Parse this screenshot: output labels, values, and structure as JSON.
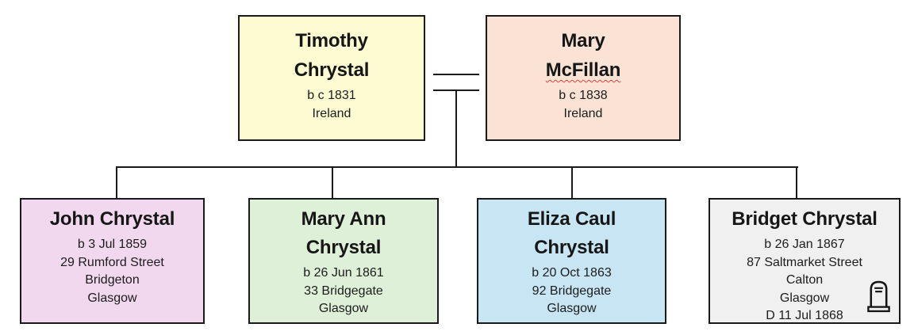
{
  "tree": {
    "line_color": "#1a1a1a",
    "parents": [
      {
        "name_lines": [
          "Timothy",
          "Chrystal"
        ],
        "details": [
          "b c 1831",
          "Ireland"
        ],
        "bg": "#fdfbd2"
      },
      {
        "name_lines": [
          "Mary",
          "McFillan"
        ],
        "details": [
          "b c 1838",
          "Ireland"
        ],
        "bg": "#fae3d5",
        "spellcheck_underline_on": "McFillan"
      }
    ],
    "children": [
      {
        "name_lines": [
          "John Chrystal"
        ],
        "details": [
          "b 3 Jul 1859",
          "29 Rumford Street",
          "Bridgeton",
          "Glasgow"
        ],
        "bg": "#f2d8ef"
      },
      {
        "name_lines": [
          "Mary Ann",
          "Chrystal"
        ],
        "details": [
          "b 26 Jun 1861",
          "33 Bridgegate",
          "Glasgow"
        ],
        "bg": "#def0d8"
      },
      {
        "name_lines": [
          "Eliza Caul",
          "Chrystal"
        ],
        "details": [
          "b 20 Oct 1863",
          "92 Bridgegate",
          "Glasgow"
        ],
        "bg": "#c8e5f4"
      },
      {
        "name_lines": [
          "Bridget Chrystal"
        ],
        "details": [
          "b 26 Jan 1867",
          "87 Saltmarket Street",
          "Calton",
          "Glasgow",
          "D 11 Jul 1868"
        ],
        "bg": "#f0f0f0",
        "icon": "tombstone-icon"
      }
    ]
  }
}
